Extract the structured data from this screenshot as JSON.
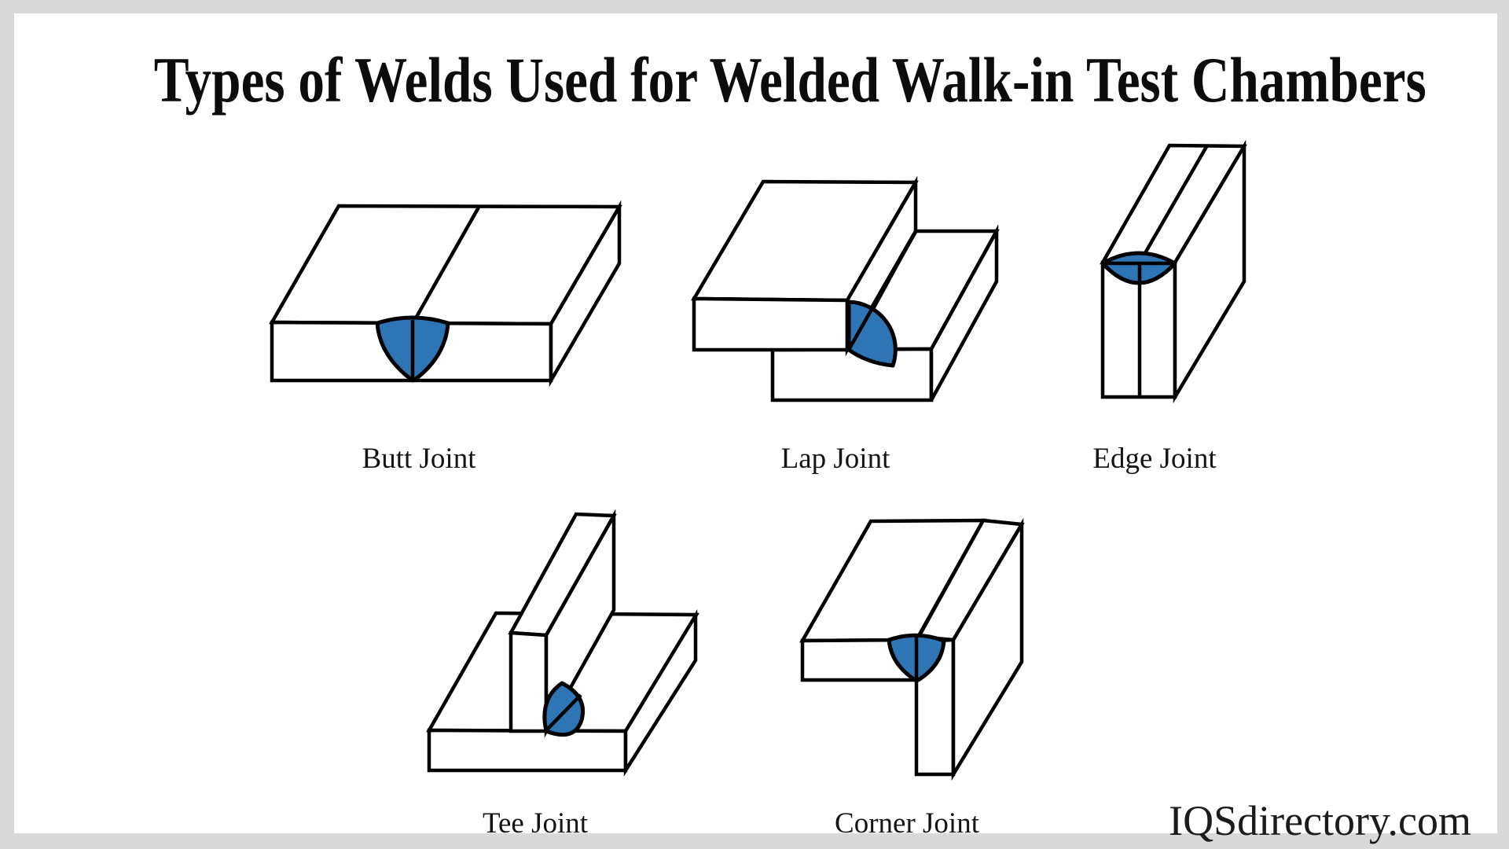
{
  "title": "Types of Welds Used for Welded Walk-in Test Chambers",
  "watermark": "IQSdirectory.com",
  "colors": {
    "weld": "#2E75B6",
    "outline": "#000000",
    "frame_background": "#D9D9D9",
    "card_background": "#FFFFFF"
  },
  "joints": [
    {
      "label": "Butt Joint"
    },
    {
      "label": "Lap Joint"
    },
    {
      "label": "Edge Joint"
    },
    {
      "label": "Tee Joint"
    },
    {
      "label": "Corner Joint"
    }
  ]
}
